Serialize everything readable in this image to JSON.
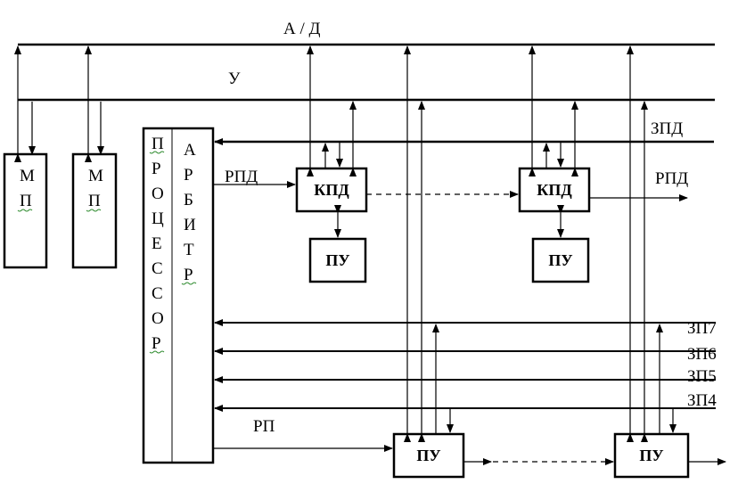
{
  "buses": {
    "address_data": "А / Д",
    "control": "У"
  },
  "signals": {
    "zpd": "ЗПД",
    "rpd_in": "РПД",
    "rpd_out": "РПД",
    "zp7": "ЗП7",
    "zp6": "ЗП6",
    "zp5": "ЗП5",
    "zp4": "ЗП4",
    "rp": "РП"
  },
  "blocks": {
    "mp1": [
      "М",
      "П"
    ],
    "mp2": [
      "М",
      "П"
    ],
    "processor": [
      "П",
      "Р",
      "О",
      "Ц",
      "Е",
      "С",
      "С",
      "О",
      "Р"
    ],
    "arbiter": [
      "А",
      "Р",
      "Б",
      "И",
      "Т",
      "Р"
    ],
    "kpd1": "КПД",
    "kpd2": "КПД",
    "pu_top1": "ПУ",
    "pu_top2": "ПУ",
    "pu_bot1": "ПУ",
    "pu_bot2": "ПУ"
  }
}
